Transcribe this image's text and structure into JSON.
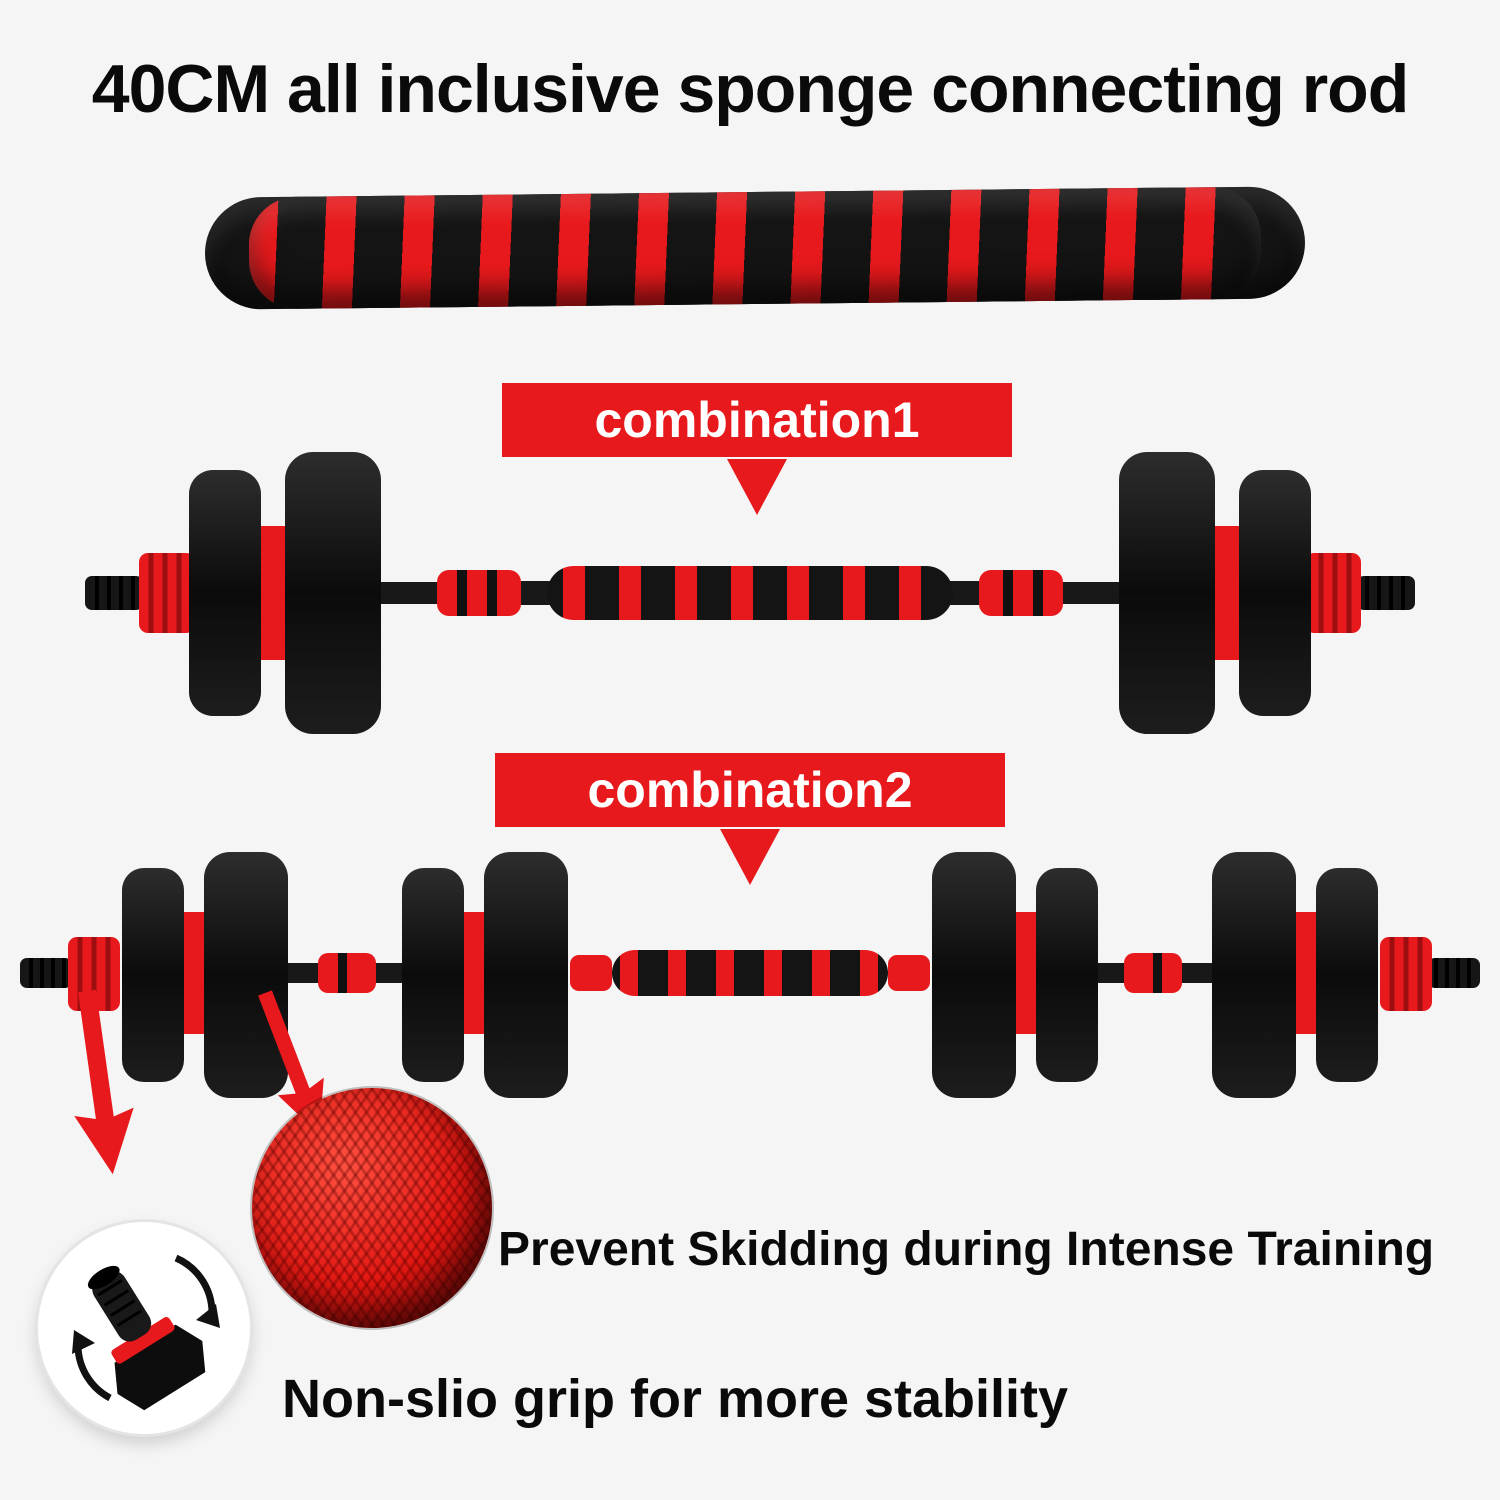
{
  "header": {
    "title": "40CM all inclusive sponge connecting rod"
  },
  "sections": {
    "combination1": {
      "label": "combination1"
    },
    "combination2": {
      "label": "combination2"
    }
  },
  "captions": {
    "anti_skid": "Prevent Skidding during Intense Training",
    "non_slip": "Non-slio grip for more stability"
  },
  "icons": {
    "banner_pointer": "down-triangle-arrow",
    "callout": "red-down-arrows",
    "rotation": "rotation-arrows"
  },
  "colors": {
    "accent_red": "#e8191c",
    "plate_black": "#121212",
    "background": "#f5f5f5",
    "banner_text": "#ffffff",
    "caption_text": "#0a0a0a"
  }
}
